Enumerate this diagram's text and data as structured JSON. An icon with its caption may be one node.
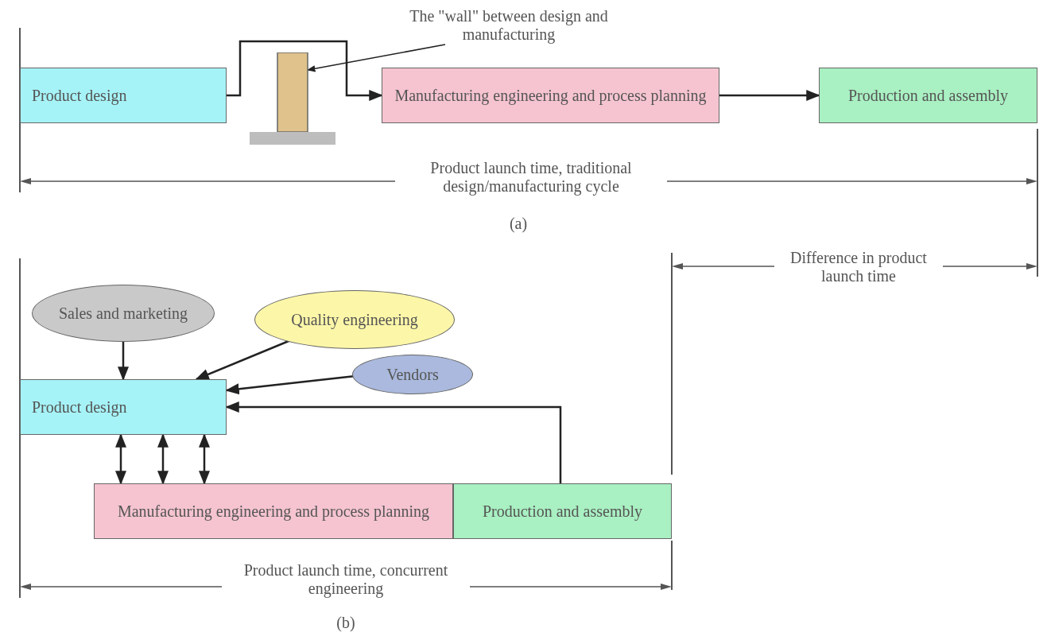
{
  "diagram": {
    "nodes": [
      {
        "text": [
          "The \"wall\" between design and manufacturing"
        ]
      },
      {
        "text": [
          "Product design"
        ]
      },
      {
        "text": [],
        "shape": "bar"
      },
      {
        "text": [
          "Manufacturing engineering and process planning"
        ]
      },
      {
        "text": [
          "Production and assembly"
        ]
      },
      {
        "text": [
          "Sales and marketing"
        ]
      },
      {
        "text": [
          "Quality engineering"
        ]
      },
      {
        "text": [
          "Vendors"
        ]
      },
      {
        "text": [
          "Product design"
        ]
      },
      {
        "text": [
          "Manufacturing engineering and process planning"
        ]
      },
      {
        "text": [
          "Production and assembly"
        ]
      }
    ],
    "edges": [
      {
        "from": 0,
        "to": 2,
        "arrow": "to"
      },
      {
        "from": 1,
        "to": 3,
        "arrow": "to"
      },
      {
        "from": 3,
        "to": 4,
        "arrow": "to"
      },
      {
        "from": 5,
        "to": 8,
        "arrow": "to"
      },
      {
        "from": 6,
        "to": 8,
        "arrow": "to"
      },
      {
        "from": 7,
        "to": 8,
        "arrow": "to"
      },
      {
        "from": 8,
        "to": 9,
        "arrow": "both"
      },
      {
        "from": 8,
        "to": 9,
        "arrow": "both"
      },
      {
        "from": 8,
        "to": 9,
        "arrow": "both"
      },
      {
        "from": 10,
        "to": 8,
        "arrow": "to"
      }
    ],
    "labels": [
      "Product launch time, traditional design/manufacturing cycle",
      "(a)",
      "Difference in product launch time",
      "Product launch time, concurrent engineering",
      "(b)"
    ]
  }
}
